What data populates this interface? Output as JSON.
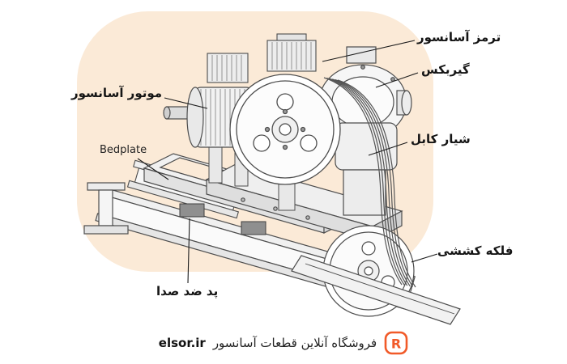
{
  "colors": {
    "background": "#ffffff",
    "diagram_blob": "#fbead7",
    "line": "#4d4d4d",
    "accent_orange": "#f15a29",
    "label_text": "#151515"
  },
  "labels": {
    "brake": "ترمز آسانسور",
    "gearbox": "گیربکس",
    "motor": "موتور آسانسور",
    "bedplate": "Bedplate",
    "cable_groove": "شیار کابل",
    "traction_sheave": "فلکه کششی",
    "noise_pad": "پد ضد صدا"
  },
  "footer": {
    "brand": "elsor.ir",
    "tagline": "فروشگاه آنلاین قطعات آسانسور",
    "logo_glyph": "R"
  }
}
